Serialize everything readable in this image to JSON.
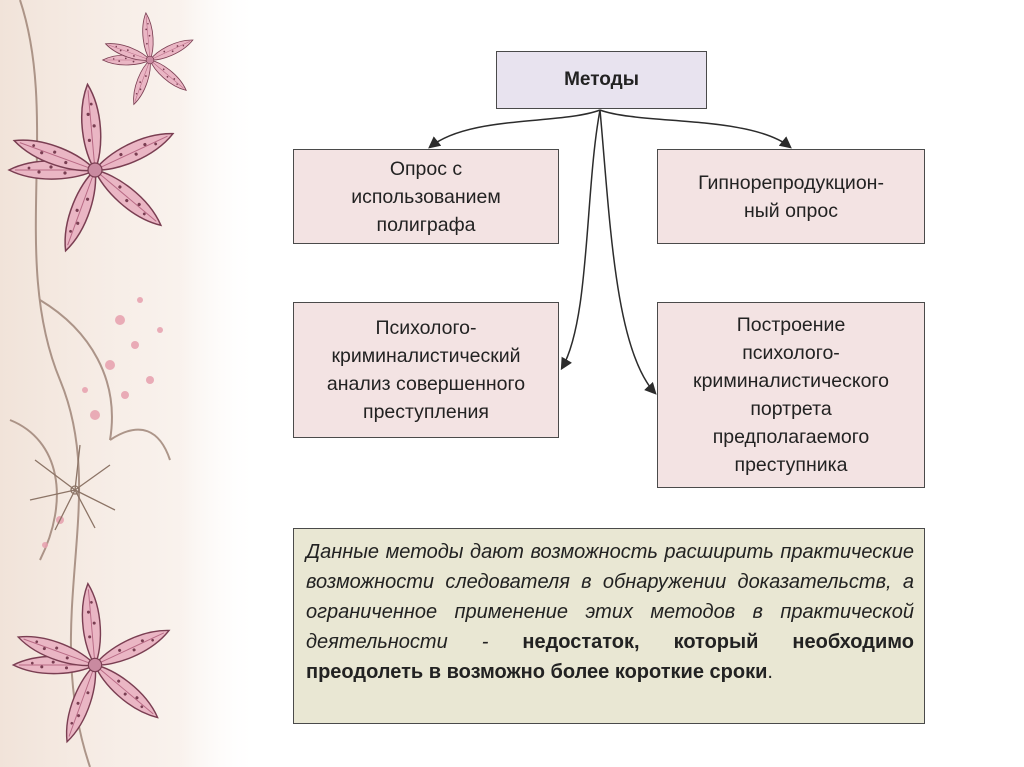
{
  "diagram": {
    "root": "Методы",
    "nodes": [
      "Опрос с\nиспользованием\nполиграфа",
      "Гипнорепродукцион-\nный опрос",
      "Психолого-\nкриминалистический\nанализ совершенного\nпреступления",
      "Построение\nпсихолого-\nкриминалистического\nпортрета\nпредполагаемого\nпреступника"
    ]
  },
  "note": {
    "italic": "Данные методы дают возможность расширить практические возможности следователя в обнаружении доказательств, а ограниченное применение этих методов в практической деятельности - ",
    "bold_a": "недостаток, который необходимо",
    "bold_b": "преодолеть в возможно более короткие сроки",
    "end": "."
  },
  "colors": {
    "root_fill": "#e8e3ef",
    "node_fill": "#f3e3e3",
    "note_fill": "#e9e7d3",
    "border": "#4a4a4a"
  }
}
